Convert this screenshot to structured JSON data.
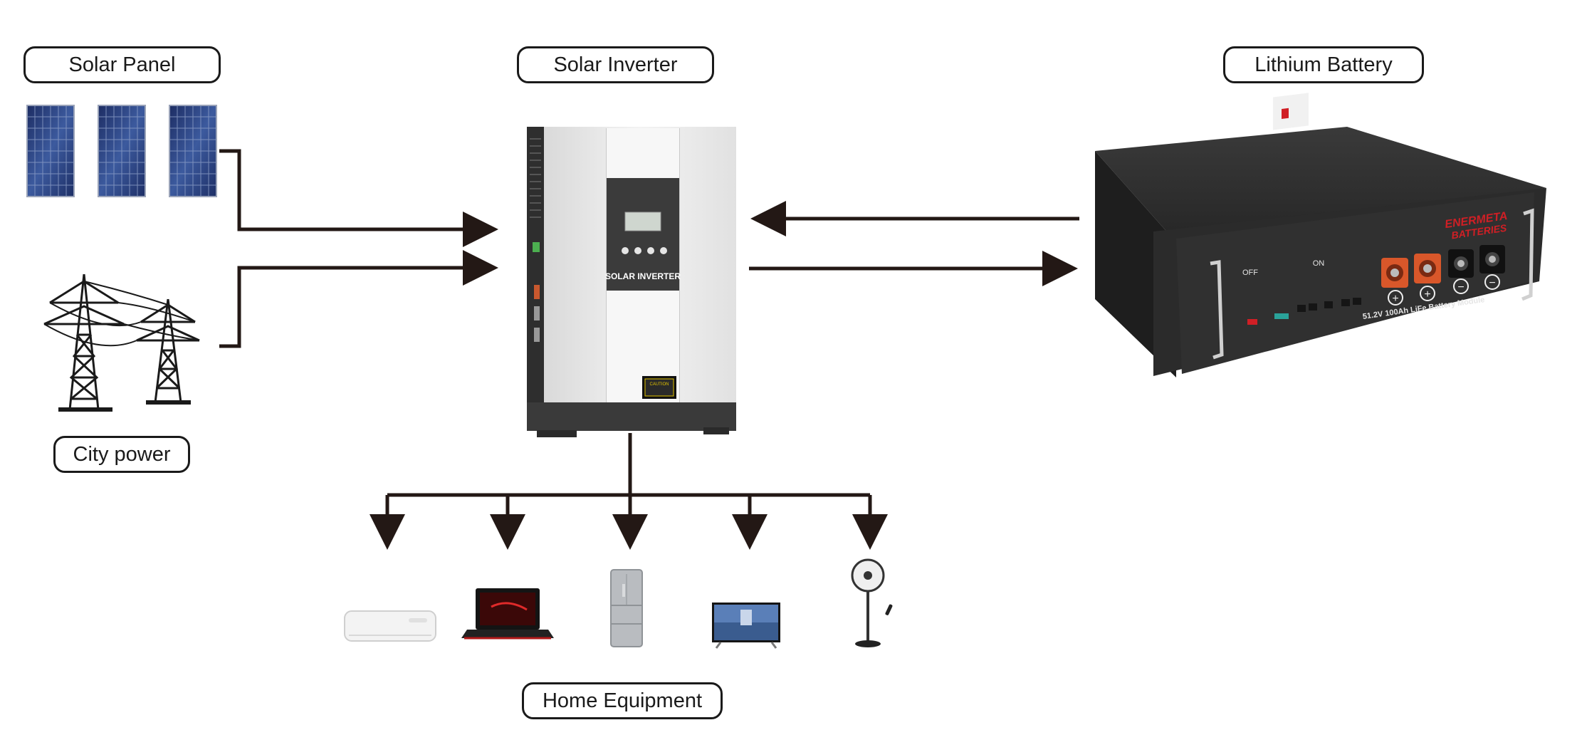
{
  "labels": {
    "solar_panel": "Solar Panel",
    "solar_inverter": "Solar Inverter",
    "lithium_battery": "Lithium Battery",
    "city_power": "City power",
    "home_equipment": "Home Equipment"
  },
  "inverter": {
    "face_text": "SOLAR INVERTER",
    "caution_text": "CAUTION"
  },
  "battery": {
    "brand_line1": "ENERMETA",
    "brand_line2": "BATTERIES",
    "off_label": "OFF",
    "on_label": "ON",
    "model_text": "51.2V 100Ah LiFe Battery Module",
    "plus_symbol": "+",
    "minus_symbol": "−"
  },
  "colors": {
    "line": "#231815",
    "panel_blue": "#2b3f7a",
    "inverter_body": "#e9e9e9",
    "inverter_dark": "#3a3a3a",
    "battery_body": "#2a2a2a",
    "terminal_orange": "#d9572a",
    "brand_red": "#d01f25"
  },
  "icons": {
    "solar_panels": "solar-panel-icon",
    "city_power": "power-tower-icon",
    "air_conditioner": "air-conditioner-icon",
    "laptop": "laptop-icon",
    "refrigerator": "refrigerator-icon",
    "television": "television-icon",
    "fan": "standing-fan-icon"
  }
}
